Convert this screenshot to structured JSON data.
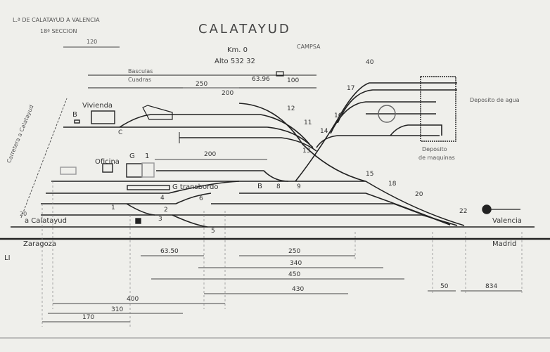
{
  "header": {
    "line_name": "L.ª DE CALATAYUD A VALENCIA",
    "section": "18ª SECCION",
    "station": "CALATAYUD",
    "km": "Km. 0",
    "altitude": "Alto 532 32",
    "campsa": "CAMPSA",
    "top_dim": "120"
  },
  "labels": {
    "bascula": "Basculas",
    "cuadras": "Cuadras",
    "vivienda": "Vivienda",
    "b_hut": "B",
    "oficina": "Oficina",
    "g_shed": "G",
    "g_shed_2": "1",
    "transbordo": "G transbordo",
    "deposito_agua": "Deposito de agua",
    "deposito_maquinas_1": "Deposito",
    "deposito_maquinas_2": "de maquinas",
    "carretera": "Carretera a Calatayud",
    "a_calatayud": "a Calatayud",
    "valencia": "Valencia",
    "zaragoza": "Zaragoza",
    "madrid": "Madrid",
    "lat_label": "LI",
    "pk": "20"
  },
  "switches": [
    "1",
    "2",
    "3",
    "4",
    "5",
    "6",
    "8",
    "9",
    "11",
    "12",
    "13",
    "14",
    "15",
    "16",
    "17",
    "18",
    "20",
    "22",
    "B",
    "C"
  ],
  "dimensions": {
    "d250_top": "250",
    "d200_top": "200",
    "d6396": "63.96",
    "d100": "100",
    "d40": "40",
    "d200_mid": "200",
    "d6350": "63.50",
    "d250": "250",
    "d340": "340",
    "d450": "450",
    "d430": "430",
    "d400": "400",
    "d310": "310",
    "d170": "170",
    "d50": "50",
    "d834": "834"
  }
}
